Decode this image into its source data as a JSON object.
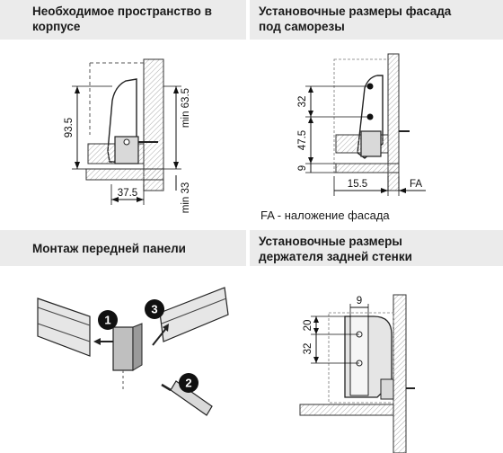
{
  "panels": {
    "cabinet_space": {
      "title_line1": "Необходимое пространство в",
      "title_line2": "корпусе",
      "dims": {
        "height_total": "93.5",
        "min_height": "min 63.5",
        "depth": "37.5",
        "min_depth": "min 33"
      }
    },
    "front_screws": {
      "title_line1": "Установочные размеры фасада",
      "title_line2": "под саморезы",
      "dims": {
        "upper": "32",
        "middle": "47.5",
        "lower": "9",
        "horizontal": "15.5",
        "fa": "FA"
      },
      "note": "FA - наложение фасада"
    },
    "front_mount": {
      "title": "Монтаж передней панели",
      "steps": [
        "1",
        "2",
        "3"
      ]
    },
    "rear_holder": {
      "title_line1": "Установочные размеры",
      "title_line2": "держателя задней стенки",
      "dims": {
        "width": "9",
        "top": "20",
        "bottom": "32"
      }
    }
  },
  "colors": {
    "header_bg": "#ebebeb",
    "line": "#1a1a1a",
    "hatch": "#bdbdbd",
    "part_fill": "#d9d9d9",
    "step_badge": "#111111"
  }
}
